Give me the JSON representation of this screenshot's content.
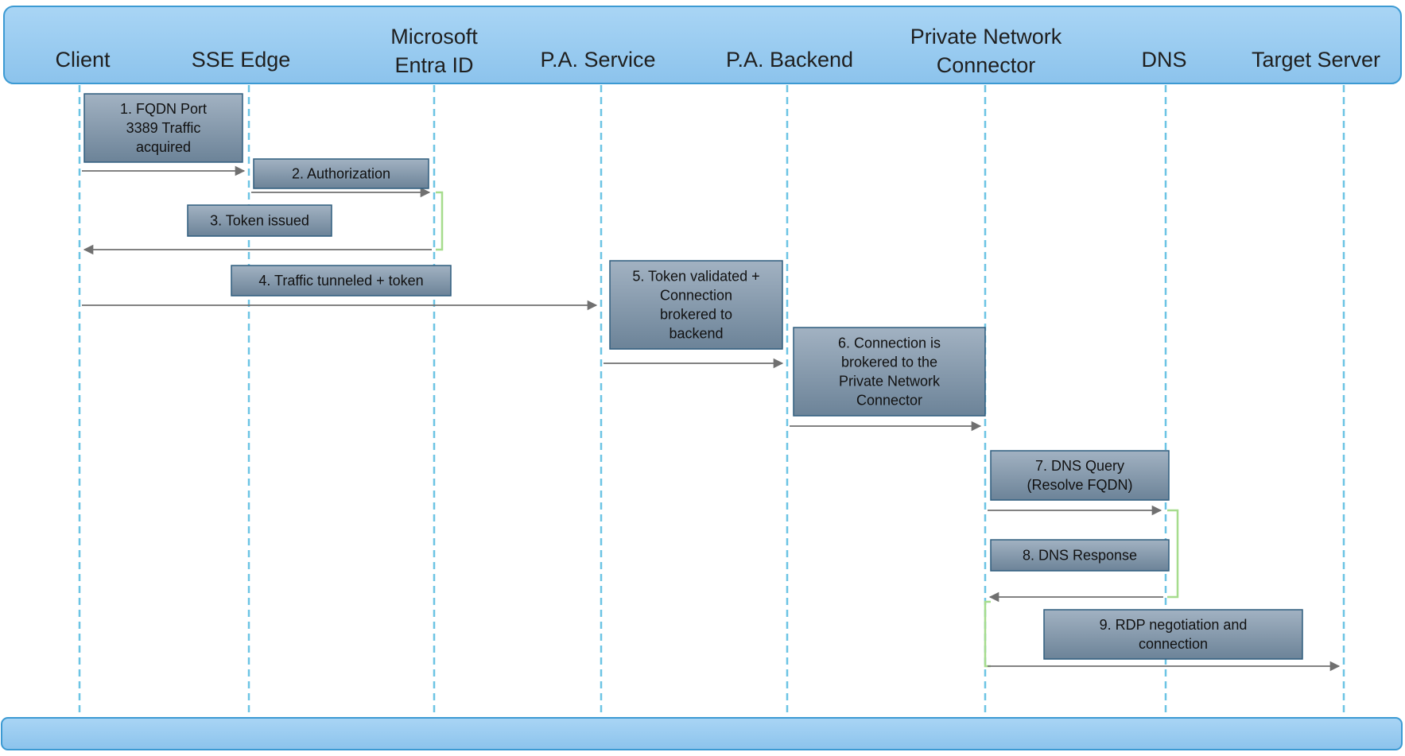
{
  "participants": [
    {
      "id": "client",
      "label": [
        "Client"
      ]
    },
    {
      "id": "sse-edge",
      "label": [
        "SSE Edge"
      ]
    },
    {
      "id": "entra-id",
      "label": [
        "Microsoft",
        "Entra ID"
      ]
    },
    {
      "id": "pa-service",
      "label": [
        "P.A. Service"
      ]
    },
    {
      "id": "pa-backend",
      "label": [
        "P.A. Backend"
      ]
    },
    {
      "id": "connector",
      "label": [
        "Private Network",
        "Connector"
      ]
    },
    {
      "id": "dns",
      "label": [
        "DNS"
      ]
    },
    {
      "id": "target-server",
      "label": [
        "Target Server"
      ]
    }
  ],
  "steps": [
    {
      "number": 1,
      "from": "client",
      "to": "sse-edge",
      "text": [
        "1. FQDN Port",
        "3389 Traffic",
        "acquired"
      ]
    },
    {
      "number": 2,
      "from": "sse-edge",
      "to": "entra-id",
      "text": [
        "2. Authorization"
      ]
    },
    {
      "number": 3,
      "from": "entra-id",
      "to": "client",
      "text": [
        "3. Token issued"
      ]
    },
    {
      "number": 4,
      "from": "client",
      "to": "pa-service",
      "text": [
        "4. Traffic tunneled + token"
      ]
    },
    {
      "number": 5,
      "from": "pa-service",
      "to": "pa-backend",
      "text": [
        "5. Token validated +",
        "Connection",
        "brokered to",
        "backend"
      ]
    },
    {
      "number": 6,
      "from": "pa-backend",
      "to": "connector",
      "text": [
        "6. Connection is",
        "brokered to the",
        "Private Network",
        "Connector"
      ]
    },
    {
      "number": 7,
      "from": "connector",
      "to": "dns",
      "text": [
        "7. DNS Query",
        "(Resolve FQDN)"
      ]
    },
    {
      "number": 8,
      "from": "dns",
      "to": "connector",
      "text": [
        "8. DNS Response"
      ]
    },
    {
      "number": 9,
      "from": "connector",
      "to": "target-server",
      "text": [
        "9. RDP negotiation and",
        "connection"
      ]
    }
  ],
  "colors": {
    "header_fill": "#9ccbf0",
    "header_stroke": "#3c9ad3",
    "lifeline": "#6cc4e4",
    "box_fill_top": "#a2b2c2",
    "box_fill_bottom": "#6c8398",
    "box_stroke": "#2e5d7e",
    "arrow": "#707070",
    "bracket": "#a6dc8d"
  }
}
